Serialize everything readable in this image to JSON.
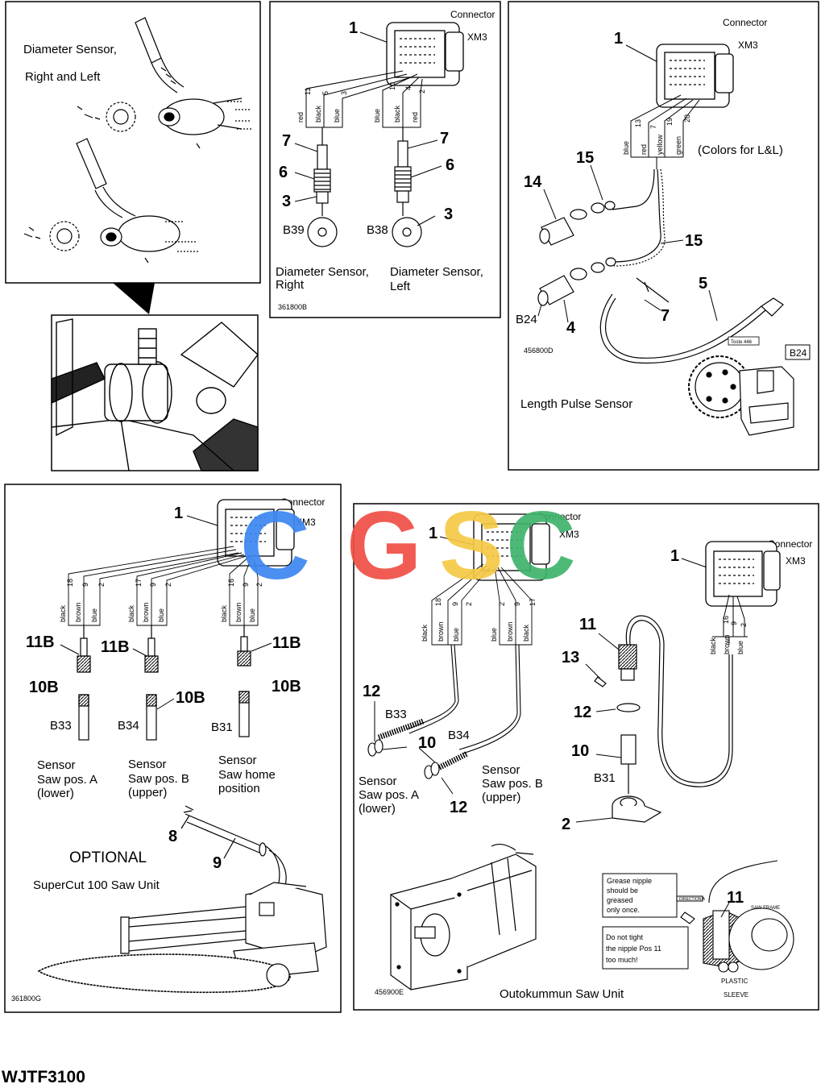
{
  "document_code": "WJTF3100",
  "watermark": "CGSC",
  "colors": {
    "watermark_c1": "#3b86f0",
    "watermark_g": "#ef4f45",
    "watermark_s": "#f6c946",
    "watermark_c2": "#3fb46b"
  },
  "panel_diameter_exploded": {
    "title_line1": "Diameter Sensor,",
    "title_line2": "Right  and  Left"
  },
  "panel_diameter_wiring": {
    "connector_label": "Connector",
    "connector_id": "XM3",
    "callout_1": "1",
    "pins_right": [
      "11",
      "5",
      "3"
    ],
    "pins_left": [
      "10",
      "4",
      "2"
    ],
    "wires_right": [
      "red",
      "black",
      "blue"
    ],
    "wires_left": [
      "blue",
      "black",
      "red"
    ],
    "callout_7a": "7",
    "callout_7b": "7",
    "callout_6a": "6",
    "callout_6b": "6",
    "callout_3a": "3",
    "callout_3b": "3",
    "sensor_right_id": "B39",
    "sensor_left_id": "B38",
    "caption_right_line1": "Diameter Sensor,",
    "caption_right_line2": "Right",
    "caption_left_line1": "Diameter Sensor,",
    "caption_left_line2": "Left",
    "drawing_no": "361800B"
  },
  "panel_length_pulse": {
    "connector_label": "Connector",
    "connector_id": "XM3",
    "callout_1": "1",
    "pins": [
      "13",
      "7",
      "19",
      "20"
    ],
    "wires": [
      "blue",
      "red",
      "yellow",
      "green"
    ],
    "colors_note": "(Colors  for L&L)",
    "callout_15a": "15",
    "callout_15b": "15",
    "callout_14": "14",
    "callout_5": "5",
    "callout_7": "7",
    "callout_4": "4",
    "sensor_id": "B24",
    "sensor_box": "B24",
    "tag_label": "Toste 446",
    "drawing_no": "456800D",
    "caption": "Length  Pulse  Sensor"
  },
  "panel_supercut": {
    "connector_label": "Connector",
    "connector_id": "XM3",
    "callout_1": "1",
    "groups": [
      {
        "pins": [
          "18",
          "9",
          "2"
        ],
        "wires": [
          "black",
          "brown",
          "blue"
        ],
        "connector_callout": "11B",
        "sensor_callout": "10B",
        "sensor_id": "B33",
        "caption": [
          "Sensor",
          "Saw  pos. A",
          "(lower)"
        ]
      },
      {
        "pins": [
          "17",
          "9",
          "2"
        ],
        "wires": [
          "black",
          "brown",
          "blue"
        ],
        "connector_callout": "11B",
        "sensor_callout": "10B",
        "sensor_id": "B34",
        "caption": [
          "Sensor",
          "Saw  pos. B",
          "(upper)"
        ]
      },
      {
        "pins": [
          "16",
          "9",
          "2"
        ],
        "wires": [
          "black",
          "brown",
          "blue"
        ],
        "connector_callout": "11B",
        "sensor_callout": "10B",
        "sensor_id": "B31",
        "caption": [
          "Sensor",
          "Saw   home",
          "position"
        ]
      }
    ],
    "callout_8": "8",
    "callout_9": "9",
    "optional_label": "OPTIONAL",
    "unit_label": "SuperCut 100  Saw  Unit",
    "drawing_no": "361800G"
  },
  "panel_outokummun": {
    "connector_a_label": "Connector",
    "connector_a_id": "XM3",
    "connector_b_label": "Connector",
    "connector_b_id": "XM3",
    "callout_1a": "1",
    "callout_1b": "1",
    "group_a_pins": [
      "18",
      "9",
      "2"
    ],
    "group_a_wires": [
      "black",
      "brown",
      "blue"
    ],
    "group_b_pins": [
      "2",
      "9",
      "17"
    ],
    "group_b_wires": [
      "blue",
      "brown",
      "black"
    ],
    "group_c_pins": [
      "16",
      "9",
      "2"
    ],
    "group_c_wires": [
      "black",
      "brown",
      "blue"
    ],
    "callout_12a": "12",
    "callout_12b": "12",
    "callout_12c": "12",
    "callout_10a": "10",
    "callout_10b": "10",
    "callout_11a": "11",
    "callout_11b": "11",
    "callout_13": "13",
    "callout_2": "2",
    "sensor_a_id": "B33",
    "sensor_b_id": "B34",
    "sensor_c_id": "B31",
    "caption_a": [
      "Sensor",
      "Saw  pos. A",
      "(lower)"
    ],
    "caption_b": [
      "Sensor",
      "Saw  pos. B",
      "(upper)"
    ],
    "grease_note": [
      "Grease  nipple",
      "should   be",
      "greased",
      "only  once."
    ],
    "tight_note": [
      "Do  not  tight",
      "the  nipple  Pos 11",
      "too  much!"
    ],
    "plastic_label": "PLASTIC",
    "sleeve_label": "SLEEVE",
    "saw_frame_label": "SAW FRAME",
    "direction_label": "DIRECTION A",
    "drawing_no": "456900E",
    "caption": "Outokummun  Saw  Unit"
  }
}
